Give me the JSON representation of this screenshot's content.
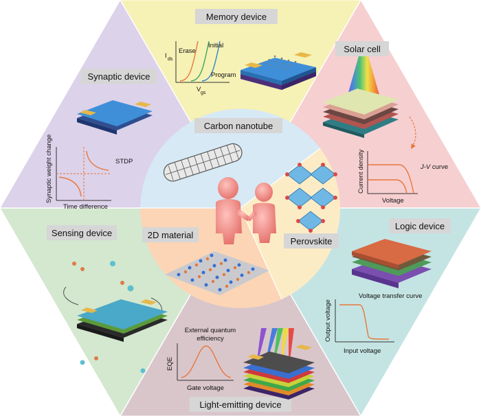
{
  "sections": {
    "memory": {
      "title": "Memory device"
    },
    "solar": {
      "title": "Solar cell"
    },
    "logic": {
      "title": "Logic device"
    },
    "light": {
      "title": "Light-emitting device"
    },
    "sensing": {
      "title": "Sensing device"
    },
    "synaptic": {
      "title": "Synaptic device"
    }
  },
  "materials": {
    "cnt": "Carbon nanotube",
    "two_d": "2D material",
    "perovskite": "Perovskite"
  },
  "memory_plot": {
    "y_main": "I",
    "y_sub": "ds",
    "x_main": "V",
    "x_sub": "gs",
    "erase": "Erase",
    "initial": "Initial",
    "program": "Program"
  },
  "solar_plot": {
    "ylabel": "Current density",
    "xlabel": "Voltage",
    "curve_italic": "J-V",
    "curve_suffix": " curve"
  },
  "logic_plot": {
    "title": "Voltage transfer curve",
    "ylabel": "Output voltage",
    "xlabel": "Input voltage"
  },
  "light_plot": {
    "title_line1": "External quantum",
    "title_line2": "efficiency",
    "ylabel": "EQE",
    "xlabel": "Gate voltage"
  },
  "synaptic_plot": {
    "ylabel": "Synaptic weight change",
    "xlabel": "Time difference",
    "tag": "STDP"
  },
  "colors": {
    "memory": "#f6f1b5",
    "solar": "#f6cfd1",
    "logic": "#c4e4e3",
    "light": "#d9c6cb",
    "sensing": "#d3e8cf",
    "synaptic": "#dcd2ea",
    "cnt": "#d6e9f5",
    "perovskite": "#fcecc6",
    "two_d": "#fbd5b5",
    "label_bg": "#d6d6d6",
    "curve": "#e8763a"
  }
}
